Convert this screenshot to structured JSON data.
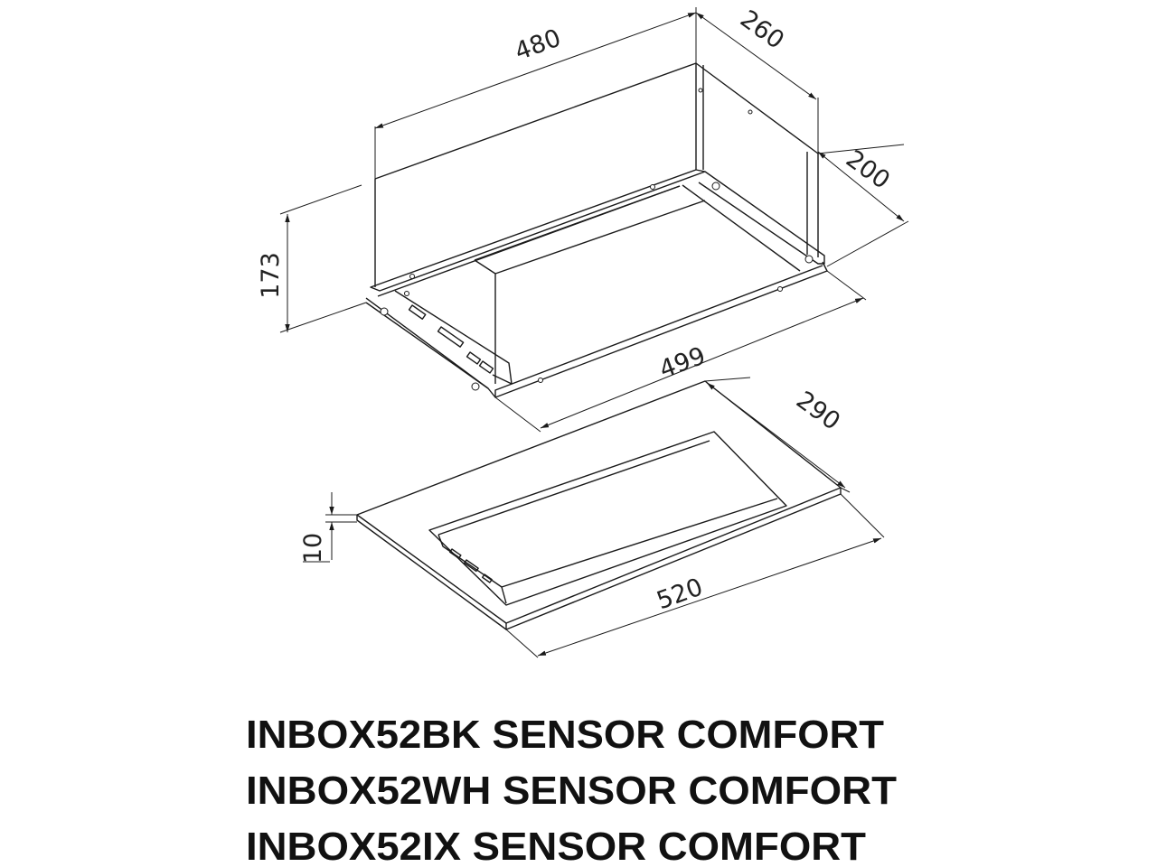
{
  "dimensions": {
    "width_top": "480",
    "depth_top": "260",
    "depth_side": "200",
    "height": "173",
    "flange_width": "499",
    "panel_depth": "290",
    "panel_thickness": "10",
    "panel_width": "520"
  },
  "models": [
    "INBOX52BK SENSOR COMFORT",
    "INBOX52WH SENSOR COMFORT",
    "INBOX52IX SENSOR COMFORT"
  ]
}
